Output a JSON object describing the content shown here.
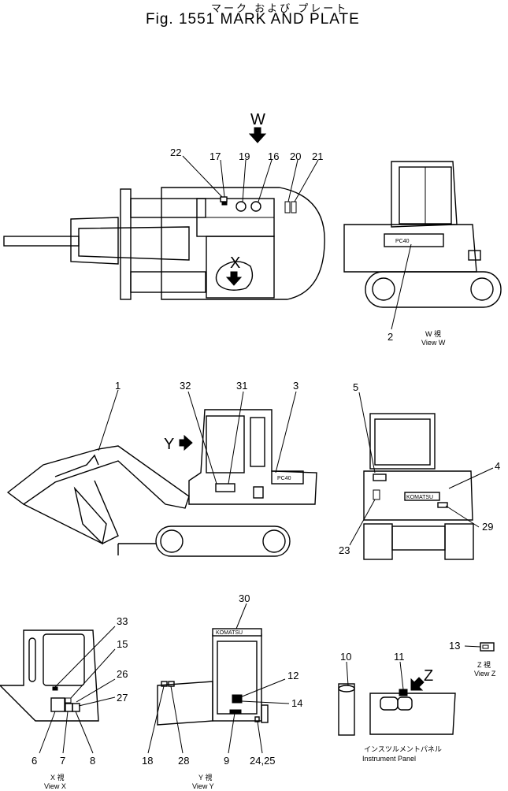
{
  "header": {
    "title_jp": "マーク および プレート",
    "title": "Fig. 1551 MARK AND PLATE"
  },
  "views": {
    "top_view": {
      "arrow_w": "W",
      "arrow_x": "X"
    },
    "view_w": {
      "label_jp": "W 視",
      "label": "View W"
    },
    "side_view": {
      "arrow_y": "Y"
    },
    "view_x": {
      "label_jp": "X 視",
      "label": "View X"
    },
    "view_y": {
      "label_jp": "Y 視",
      "label": "View Y"
    },
    "view_z": {
      "label_jp": "Z 視",
      "label": "View Z"
    },
    "instrument_panel": {
      "label_jp": "インスツルメントパネル",
      "label": "Instrument Panel",
      "arrow_z": "Z"
    }
  },
  "plate_text": {
    "komatsu": "KOMATSU",
    "model": "PC40"
  },
  "callouts": {
    "c1": "1",
    "c2": "2",
    "c3": "3",
    "c4": "4",
    "c5": "5",
    "c6": "6",
    "c7": "7",
    "c8": "8",
    "c9": "9",
    "c10": "10",
    "c11": "11",
    "c12": "12",
    "c13": "13",
    "c14": "14",
    "c15": "15",
    "c16": "16",
    "c17": "17",
    "c18": "18",
    "c19": "19",
    "c20": "20",
    "c21": "21",
    "c22": "22",
    "c23": "23",
    "c24_25": "24,25",
    "c26": "26",
    "c27": "27",
    "c28": "28",
    "c29": "29",
    "c30": "30",
    "c31": "31",
    "c32": "32",
    "c33": "33"
  }
}
